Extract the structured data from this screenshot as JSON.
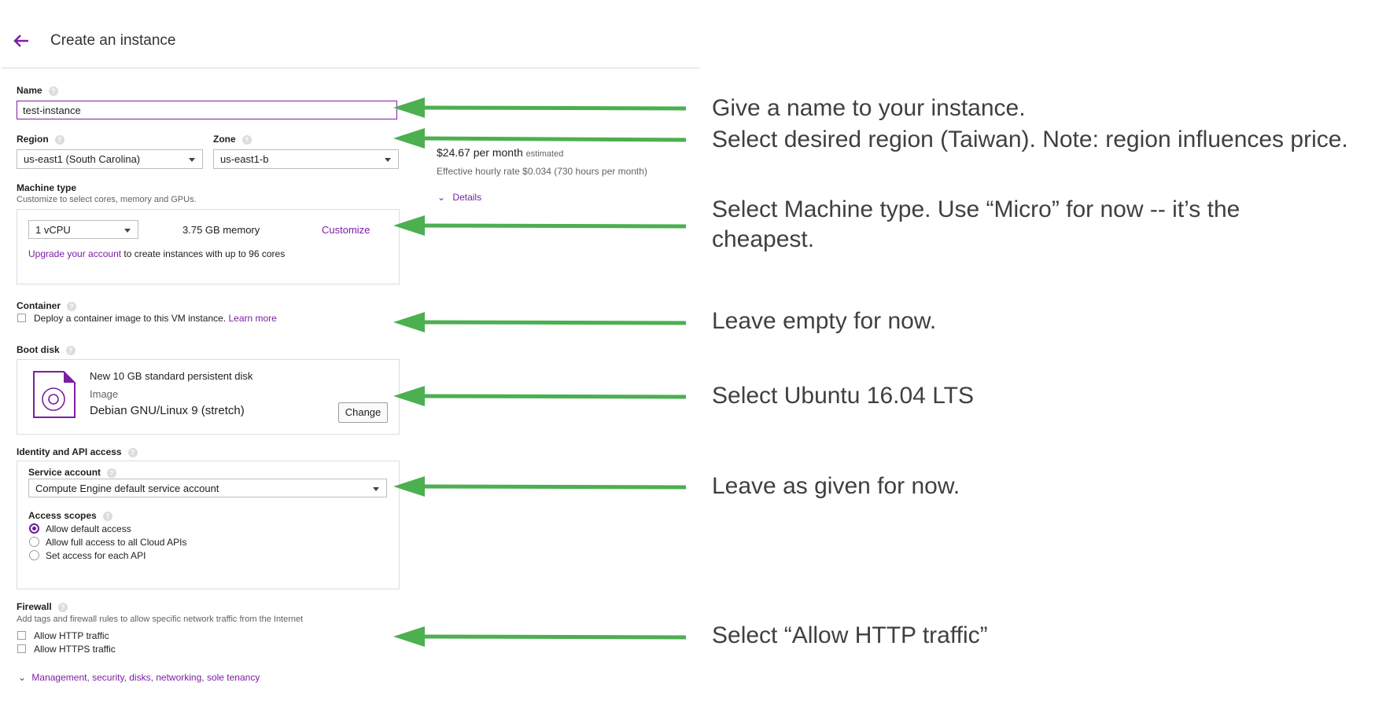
{
  "header": {
    "title": "Create an instance"
  },
  "name": {
    "label": "Name",
    "value": "test-instance"
  },
  "region": {
    "label": "Region",
    "value": "us-east1 (South Carolina)"
  },
  "zone": {
    "label": "Zone",
    "value": "us-east1-b"
  },
  "pricing": {
    "monthly": "$24.67 per month",
    "estimated": "estimated",
    "hourly": "Effective hourly rate $0.034 (730 hours per month)",
    "details": "Details"
  },
  "machine": {
    "label": "Machine type",
    "help": "Customize to select cores, memory and GPUs.",
    "vcpu": "1 vCPU",
    "memory": "3.75 GB memory",
    "customize": "Customize",
    "upgrade_link": "Upgrade your account",
    "upgrade_rest": " to create instances with up to 96 cores"
  },
  "container": {
    "label": "Container",
    "text": "Deploy a container image to this VM instance.",
    "learn_more": "Learn more"
  },
  "boot_disk": {
    "label": "Boot disk",
    "title": "New 10 GB standard persistent disk",
    "image_label": "Image",
    "image_value": "Debian GNU/Linux 9 (stretch)",
    "change": "Change"
  },
  "identity": {
    "label": "Identity and API access",
    "service_account_label": "Service account",
    "service_account_value": "Compute Engine default service account",
    "scopes_label": "Access scopes",
    "scopes": [
      "Allow default access",
      "Allow full access to all Cloud APIs",
      "Set access for each API"
    ]
  },
  "firewall": {
    "label": "Firewall",
    "help": "Add tags and firewall rules to allow specific network traffic from the Internet",
    "options": [
      "Allow HTTP traffic",
      "Allow HTTPS traffic"
    ]
  },
  "management_link": "Management, security, disks, networking, sole tenancy",
  "annotations": {
    "name": "Give a name to your instance.",
    "region": "Select desired region (Taiwan). Note: region influences price.",
    "machine": "Select Machine type. Use “Micro” for now -- it’s the cheapest.",
    "container": "Leave empty for now.",
    "boot": "Select Ubuntu 16.04 LTS",
    "identity": "Leave as given for now.",
    "firewall": "Select “Allow HTTP traffic”"
  },
  "colors": {
    "accent": "#7b1fa2",
    "arrow": "#4caf50"
  }
}
